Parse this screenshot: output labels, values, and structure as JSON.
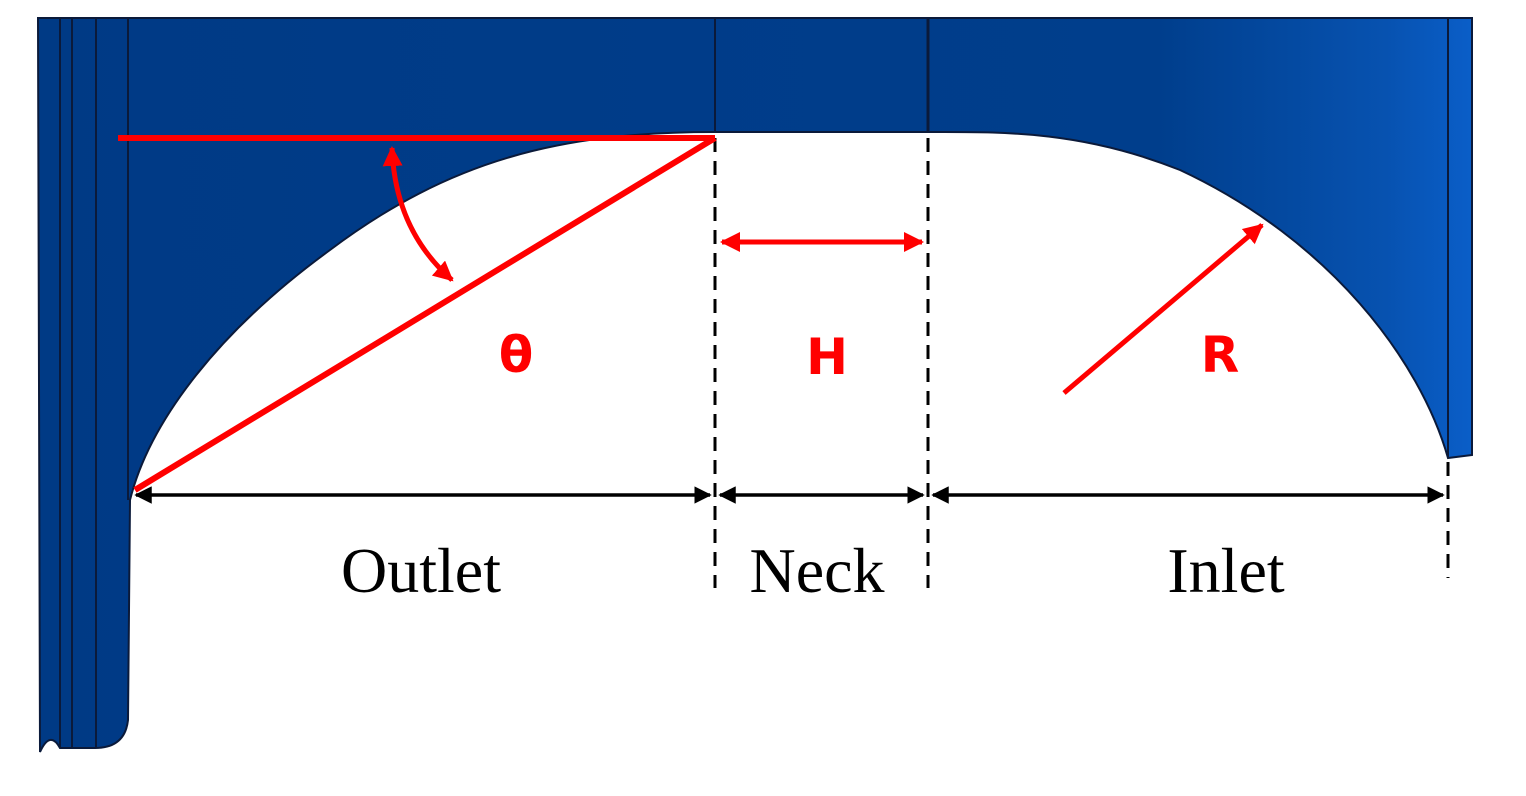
{
  "parameters": {
    "theta": "θ",
    "neck_width": "H",
    "radius": "R"
  },
  "regions": {
    "outlet": "Outlet",
    "neck": "Neck",
    "inlet": "Inlet"
  },
  "colors": {
    "body_fill": "#003A85",
    "body_fill_light": "#0A5CC2",
    "annotation": "#FF0000",
    "dimension": "#000000",
    "background": "#FFFFFF"
  }
}
